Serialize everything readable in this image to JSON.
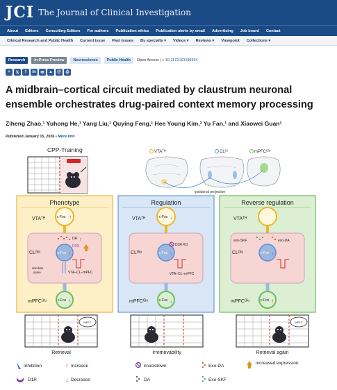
{
  "header": {
    "logo_mark": "JCI",
    "journal_name": "The Journal of Clinical Investigation"
  },
  "nav_primary": [
    "About",
    "Editors",
    "Consulting Editors",
    "For authors",
    "Publication ethics",
    "Publication alerts by email",
    "Advertising",
    "Job board",
    "Contact"
  ],
  "nav_secondary": [
    "Clinical Research and Public Health",
    "Current issue",
    "Past issues",
    "By specialty ▾",
    "Videos ▾",
    "Reviews ▾",
    "Viewpoint",
    "Collections ▾"
  ],
  "tags": {
    "research": "Research",
    "preview": "In-Press Preview",
    "neuroscience": "Neuroscience",
    "public_health": "Public Health"
  },
  "access": {
    "label": "Open Access |",
    "doi": "10.1172/JCI196944"
  },
  "share_icons": [
    "plus-icon",
    "x-icon",
    "facebook-icon",
    "linkedin-icon",
    "wechat-icon",
    "bluesky-icon",
    "email-icon",
    "print-icon"
  ],
  "article": {
    "title": "A midbrain–cortical circuit mediated by claustrum neuronal ensemble orchestrates drug-paired context memory processing",
    "authors": "Ziheng Zhao,¹ Yuhong He,¹ Yang Liu,¹ Quying Feng,¹ Hee Young Kim,² Yu Fan,¹ and Xiaowei Guan¹",
    "published_label": "Published January 15, 2026",
    "more_info": "More info"
  },
  "figure": {
    "cpp_training": "CPP-Training",
    "atlas_labels": {
      "vta": "VTAᵀᴴ",
      "cl": "CLᴳˡ",
      "mpfc": "mPFCᴳˡᵘ"
    },
    "ipsilateral": "ipsilateral projection",
    "panels": [
      {
        "title": "Phenotype",
        "top": "VTAᵀᴴ",
        "mid": "CLᴳˡᵘ",
        "bottom": "mPFCᴳˡᵘ",
        "cfos_top": "c-Fos",
        "cfos_mid": "c-Fos",
        "cfos_bottom": "c-Fos",
        "da": "DA",
        "d1r": "D1R",
        "dendrite": "dendrite",
        "spine": "spine",
        "circuit": "VTA–CL–mPFC"
      },
      {
        "title": "Regulation",
        "top": "VTAᵀᴴ",
        "mid": "CLᴳˡᵘ",
        "bottom": "mPFCᴳˡᵘ",
        "cfos_top": "c-Fos",
        "cfos_mid": "c-Fos",
        "cfos_bottom": "c-Fos",
        "d1r_ko": "D1R KO",
        "circuit": "VTA–CL–mPFC"
      },
      {
        "title": "Reverse regulation",
        "top": "VTAᵀᴴ",
        "mid": "CLᴳˡᵘ",
        "bottom": "mPFCᴳˡᵘ",
        "cfos_mid": "c-Fos",
        "cfos_bottom": "c-Fos",
        "exo_skf": "exo-SKF",
        "exo_da": "exo-DA"
      }
    ],
    "captions": [
      "Retrieval",
      "Irretrievability",
      "Retrieval again"
    ],
    "mouse_bubble": "MPFC",
    "legend": [
      {
        "icon": "inhibition-icon",
        "label": "Inhibition",
        "color": "#3a6fc4"
      },
      {
        "icon": "increase-arrow-icon",
        "label": "Increase",
        "color": "#d12a2a"
      },
      {
        "icon": "knockdown-icon",
        "label": "knockdown",
        "color": "#7b3fa0"
      },
      {
        "icon": "exo-da-icon",
        "label": "Exo-DA",
        "color": "#c0392b"
      },
      {
        "icon": "increased-expression-icon",
        "label": "increased expression",
        "color": "#d99a1a"
      },
      {
        "icon": "d1r-icon",
        "label": "D1R",
        "color": "#7b3fa0"
      },
      {
        "icon": "decrease-arrow-icon",
        "label": "Decrease",
        "color": "#3a6fc4"
      },
      {
        "icon": "da-icon",
        "label": "DA",
        "color": "#333333"
      },
      {
        "icon": "exo-skf-icon",
        "label": "Exo-SKF",
        "color": "#2e8b57"
      }
    ],
    "colors": {
      "phenotype_bg": "#fdf0c6",
      "regulation_bg": "#d8e6f5",
      "reverse_bg": "#dcefd3",
      "cl_box": "#f6d5d2",
      "pathway": "#9db7df"
    }
  }
}
